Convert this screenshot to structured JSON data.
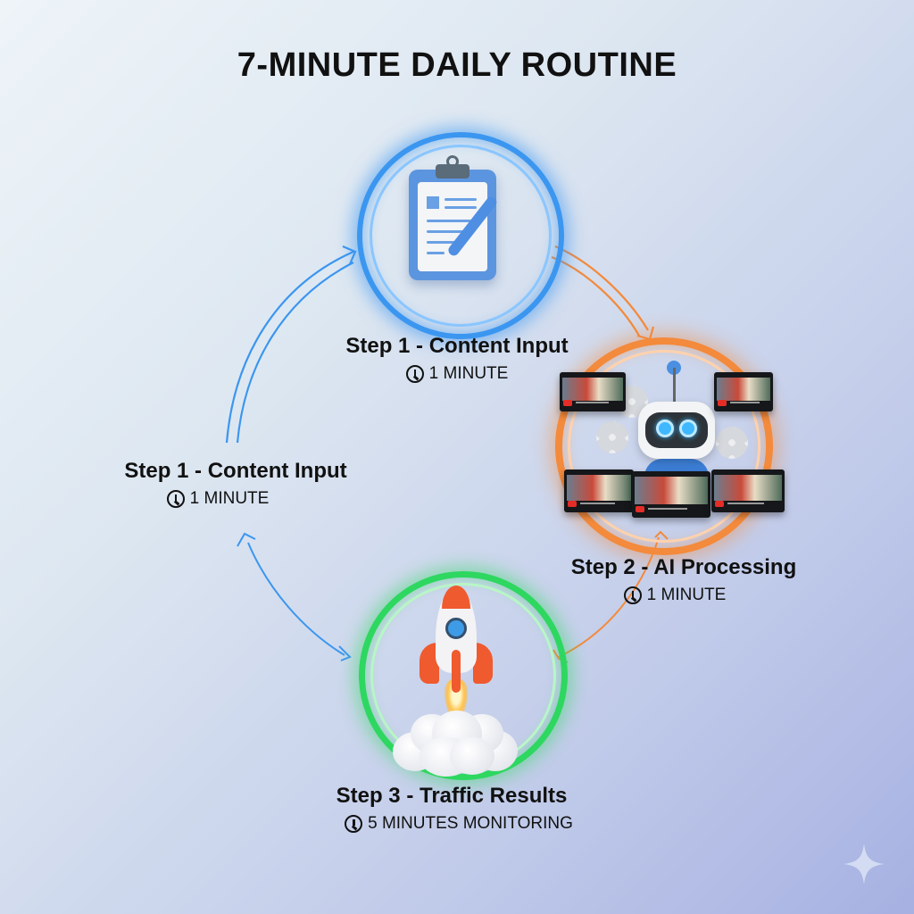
{
  "title": "7-MINUTE DAILY ROUTINE",
  "steps": [
    {
      "id": "top",
      "label": "Step 1 - Content Input",
      "duration": "1 MINUTE",
      "icon": "clipboard-pen-icon",
      "ring_color": "#3b96f0"
    },
    {
      "id": "left",
      "label": "Step 1 - Content Input",
      "duration": "1 MINUTE",
      "icon": null,
      "ring_color": null
    },
    {
      "id": "right",
      "label": "Step 2 - AI Processing",
      "duration": "1 MINUTE",
      "icon": "robot-with-video-thumbnails-icon",
      "ring_color": "#f38a3c"
    },
    {
      "id": "bottom",
      "label": "Step 3 - Traffic Results",
      "duration": "5 MINUTES MONITORING",
      "icon": "rocket-launch-icon",
      "ring_color": "#2ed760"
    }
  ],
  "arrows": [
    {
      "from": "left",
      "to": "top",
      "color": "#3b96f0",
      "style": "double-line"
    },
    {
      "from": "top",
      "to": "right",
      "color": "#f38a3c",
      "style": "double-line"
    },
    {
      "from": "right",
      "to": "bottom",
      "color": "#f38a3c",
      "style": "bidirectional"
    },
    {
      "from": "bottom",
      "to": "left",
      "color": "#3b96f0",
      "style": "bidirectional"
    }
  ],
  "watermark_icon": "sparkle-icon"
}
